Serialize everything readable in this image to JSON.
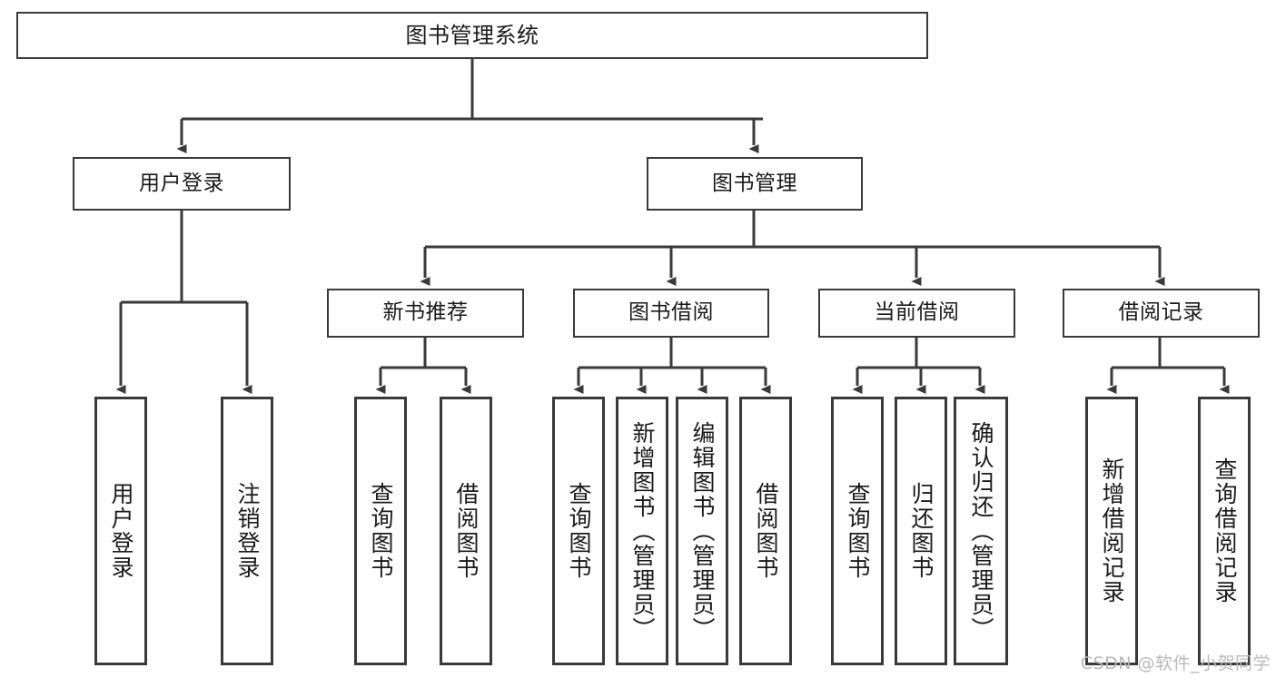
{
  "diagram": {
    "type": "tree",
    "title": "图书管理系统",
    "root": {
      "label": "图书管理系统"
    },
    "level1": [
      {
        "label": "用户登录"
      },
      {
        "label": "图书管理"
      }
    ],
    "level2": [
      {
        "label": "新书推荐"
      },
      {
        "label": "图书借阅"
      },
      {
        "label": "当前借阅"
      },
      {
        "label": "借阅记录"
      }
    ],
    "leaves": {
      "user_login": [
        {
          "label": "用户登录"
        },
        {
          "label": "注销登录"
        }
      ],
      "new_book_recommend": [
        {
          "label": "查询图书"
        },
        {
          "label": "借阅图书"
        }
      ],
      "book_borrow": [
        {
          "label": "查询图书"
        },
        {
          "label": "新增图书（管理员）"
        },
        {
          "label": "编辑图书（管理员）"
        },
        {
          "label": "借阅图书"
        }
      ],
      "current_borrow": [
        {
          "label": "查询图书"
        },
        {
          "label": "归还图书"
        },
        {
          "label": "确认归还（管理员）"
        }
      ],
      "borrow_record": [
        {
          "label": "新增借阅记录"
        },
        {
          "label": "查询借阅记录"
        }
      ]
    }
  },
  "watermark": {
    "text": "CSDN @软件_小贺同学"
  },
  "colors": {
    "stroke": "#3a3a3a",
    "text": "#1a1a1a",
    "background": "#ffffff",
    "watermark": "#b9b9b9"
  }
}
